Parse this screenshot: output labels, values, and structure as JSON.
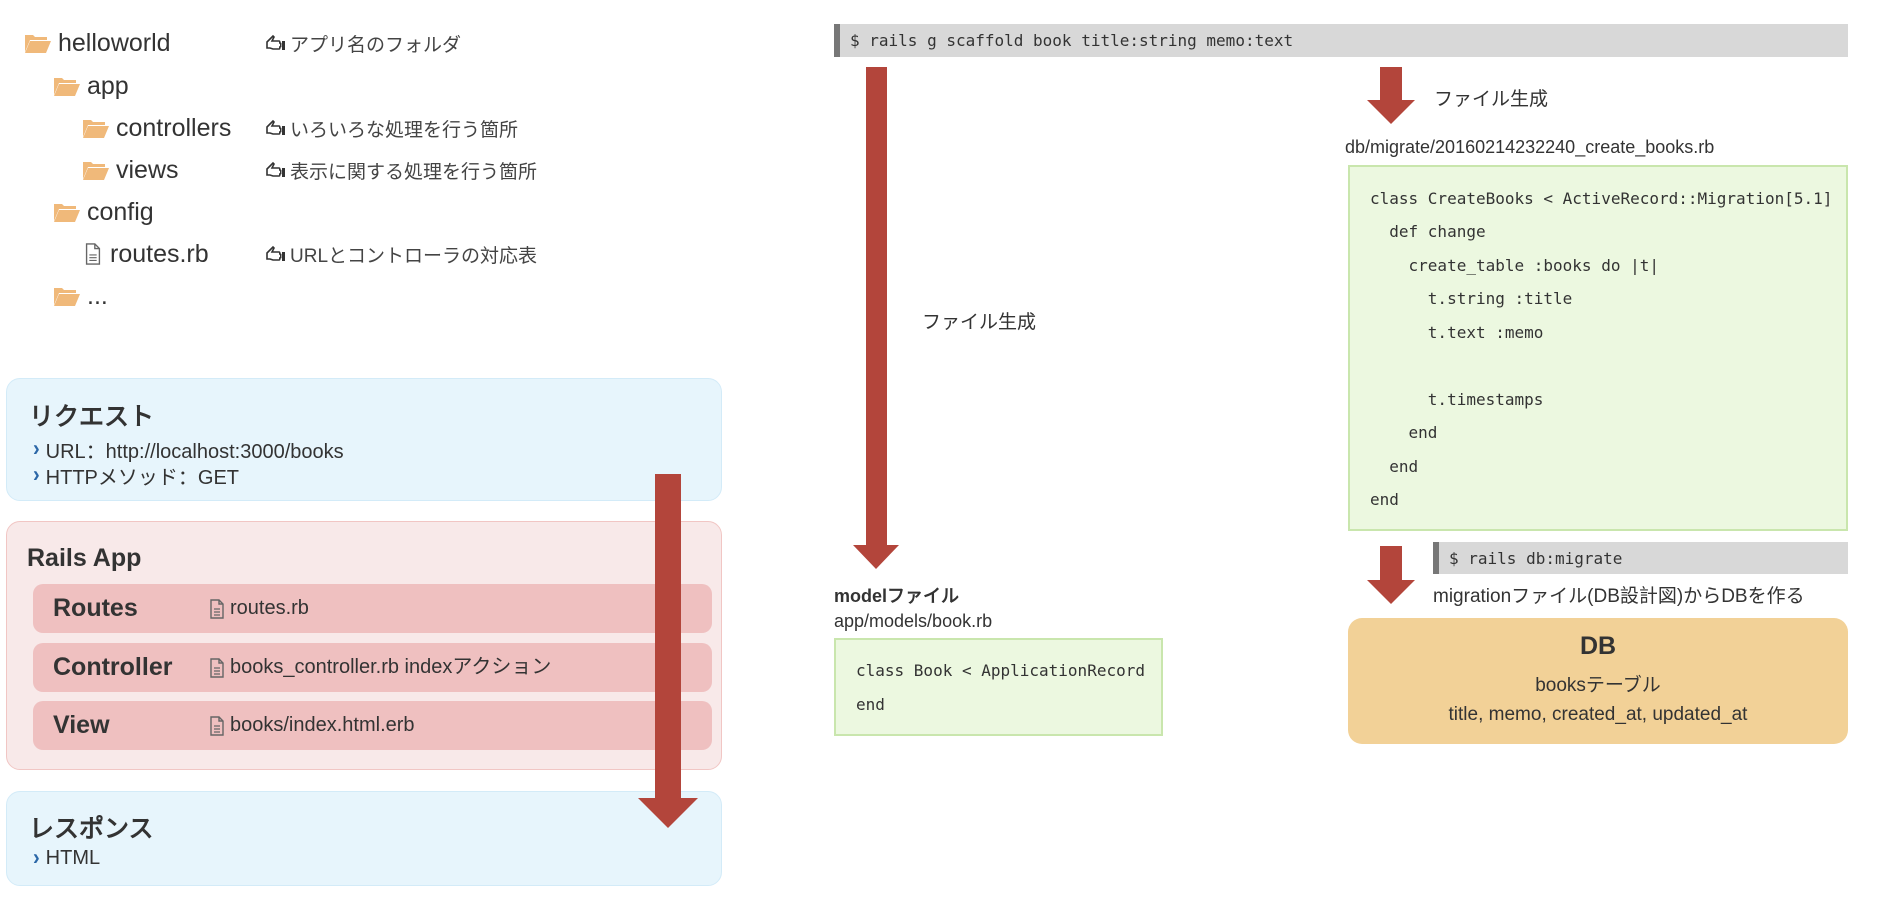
{
  "tree": {
    "items": [
      {
        "name": "helloworld",
        "type": "folder",
        "level": 0,
        "note": "アプリ名のフォルダ"
      },
      {
        "name": "app",
        "type": "folder",
        "level": 1,
        "note": ""
      },
      {
        "name": "controllers",
        "type": "folder",
        "level": 2,
        "note": "いろいろな処理を行う箇所"
      },
      {
        "name": "views",
        "type": "folder",
        "level": 2,
        "note": "表示に関する処理を行う箇所"
      },
      {
        "name": "config",
        "type": "folder",
        "level": 1,
        "note": ""
      },
      {
        "name": "routes.rb",
        "type": "file",
        "level": 2,
        "note": "URLとコントローラの対応表"
      },
      {
        "name": "...",
        "type": "folder",
        "level": 1,
        "note": ""
      }
    ],
    "note_icon": "hand-point-left-icon"
  },
  "request": {
    "title": "リクエスト",
    "items": [
      "URL：http://localhost:3000/books",
      "HTTPメソッド：GET"
    ]
  },
  "rails_app": {
    "title": "Rails App",
    "rows": [
      {
        "label": "Routes",
        "file": "routes.rb"
      },
      {
        "label": "Controller",
        "file": "books_controller.rb indexアクション"
      },
      {
        "label": "View",
        "file": "books/index.html.erb"
      }
    ]
  },
  "response": {
    "title": "レスポンス",
    "items": [
      "HTML"
    ]
  },
  "scaffold": {
    "command": "$ rails g scaffold book title:string memo:text",
    "generate_label_left": "ファイル生成",
    "generate_label_right": "ファイル生成"
  },
  "model": {
    "heading": "modelファイル",
    "path": "app/models/book.rb",
    "code": [
      "class Book < ApplicationRecord",
      "end"
    ]
  },
  "migration": {
    "path": "db/migrate/20160214232240_create_books.rb",
    "code": [
      "class CreateBooks < ActiveRecord::Migration[5.1]",
      "  def change",
      "    create_table :books do |t|",
      "      t.string :title",
      "      t.text :memo",
      "",
      "      t.timestamps",
      "    end",
      "  end",
      "end"
    ],
    "command": "$ rails db:migrate",
    "description": "migrationファイル(DB設計図)からDBを作る"
  },
  "db": {
    "title": "DB",
    "table": "booksテーブル",
    "columns": "title, memo, created_at, updated_at"
  },
  "colors": {
    "arrow": "#b3453b",
    "folder": "#f0b97a",
    "request_bg": "#e7f5fc",
    "rails_bg": "#f8e9e9",
    "rails_row": "#efc0c0",
    "code_bg": "#ecf8e0",
    "db_bg": "#f2d197"
  }
}
